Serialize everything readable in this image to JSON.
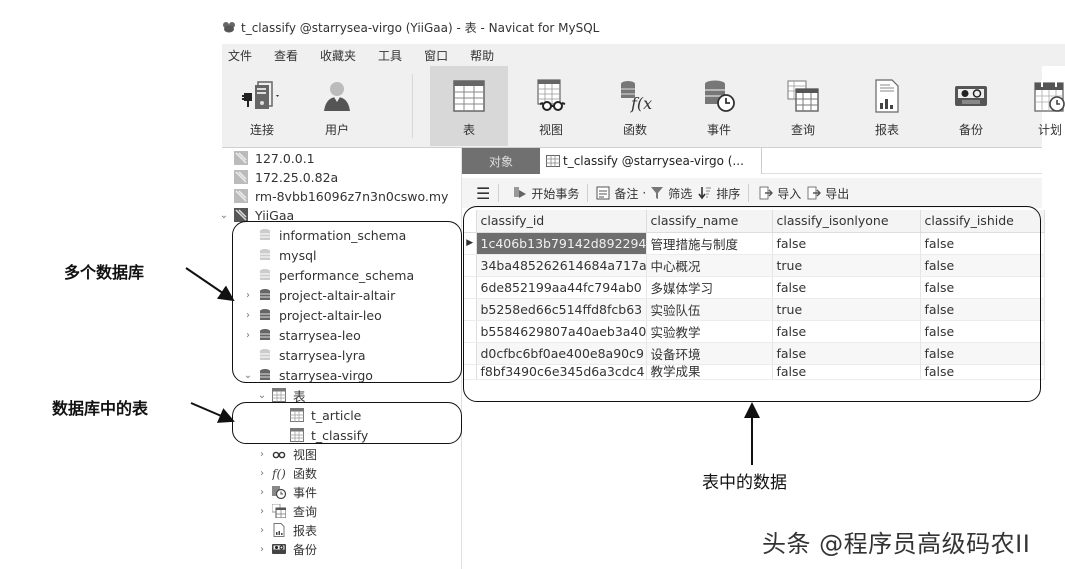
{
  "window": {
    "title": "t_classify @starrysea-virgo (YiiGaa) - 表 - Navicat for MySQL"
  },
  "menubar": {
    "items": [
      "文件",
      "查看",
      "收藏夹",
      "工具",
      "窗口",
      "帮助"
    ]
  },
  "toolbar": {
    "buttons": [
      {
        "label": "连接",
        "icon": "connection-icon"
      },
      {
        "label": "用户",
        "icon": "user-icon"
      },
      {
        "label": "表",
        "icon": "table-icon",
        "active": true
      },
      {
        "label": "视图",
        "icon": "view-icon"
      },
      {
        "label": "函数",
        "icon": "function-icon"
      },
      {
        "label": "事件",
        "icon": "event-icon"
      },
      {
        "label": "查询",
        "icon": "query-icon"
      },
      {
        "label": "报表",
        "icon": "report-icon"
      },
      {
        "label": "备份",
        "icon": "backup-icon"
      },
      {
        "label": "计划",
        "icon": "schedule-icon"
      }
    ]
  },
  "sidebar": {
    "connections": [
      "127.0.0.1",
      "172.25.0.82a",
      "rm-8vbb16096z7n3n0cswo.my",
      "YiiGaa"
    ],
    "databases": [
      {
        "name": "information_schema",
        "expandable": false,
        "active": false
      },
      {
        "name": "mysql",
        "expandable": false,
        "active": false
      },
      {
        "name": "performance_schema",
        "expandable": false,
        "active": false
      },
      {
        "name": "project-altair-altair",
        "expandable": true,
        "active": true
      },
      {
        "name": "project-altair-leo",
        "expandable": true,
        "active": true
      },
      {
        "name": "starrysea-leo",
        "expandable": true,
        "active": true
      },
      {
        "name": "starrysea-lyra",
        "expandable": false,
        "active": false
      },
      {
        "name": "starrysea-virgo",
        "expandable": true,
        "expanded": true,
        "active": true
      }
    ],
    "tables_group": "表",
    "tables": [
      "t_article",
      "t_classify"
    ],
    "other_groups": [
      "视图",
      "函数",
      "事件",
      "查询",
      "报表",
      "备份"
    ]
  },
  "tabs": {
    "objects": "对象",
    "active": "t_classify @starrysea-virgo (..."
  },
  "object_toolbar": {
    "begin_transaction": "开始事务",
    "notes": "备注",
    "filter": "筛选",
    "sort": "排序",
    "import": "导入",
    "export": "导出"
  },
  "grid": {
    "columns": [
      "classify_id",
      "classify_name",
      "classify_isonlyone",
      "classify_ishide"
    ],
    "rows": [
      [
        "1c406b13b79142d892294",
        "管理措施与制度",
        "false",
        "false"
      ],
      [
        "34ba485262614684a717a",
        "中心概况",
        "true",
        "false"
      ],
      [
        "6de852199aa44fc794ab0",
        "多媒体学习",
        "false",
        "false"
      ],
      [
        "b5258ed66c514ffd8fcb63",
        "实验队伍",
        "true",
        "false"
      ],
      [
        "b5584629807a40aeb3a40",
        "实验教学",
        "false",
        "false"
      ],
      [
        "d0cfbc6bf0ae400e8a90c9",
        "设备环境",
        "false",
        "false"
      ],
      [
        "f8bf3490c6e345d6a3cdc4",
        "教学成果",
        "false",
        "false"
      ]
    ]
  },
  "annotations": {
    "databases": "多个数据库",
    "tables": "数据库中的表",
    "data": "表中的数据"
  },
  "watermark": "头条 @程序员高级码农II"
}
